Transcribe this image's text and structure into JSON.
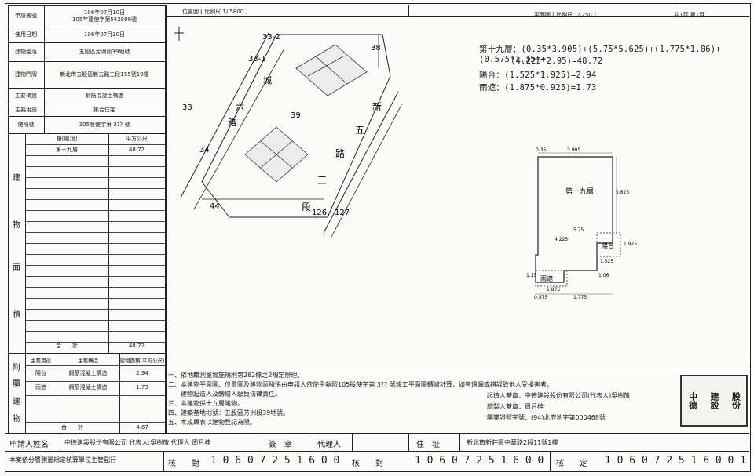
{
  "header": {
    "scale_location": "位置圖 [ 比例尺 1/ 5800 ]",
    "scale_floor": "平面圖 [ 比例尺 1/ 250 ]",
    "page_no": "共1頁 第1頁"
  },
  "info": {
    "rows": [
      {
        "label": "申請書號",
        "value": "106年07月10日\n105年建使字第542806號"
      },
      {
        "label": "使用日期",
        "value": "106年07月30日"
      },
      {
        "label": "建物坐落",
        "value": "五股區芳洲段39地號"
      },
      {
        "label": "建物門牌",
        "value": "新北市五股區新五路三段155號19樓"
      },
      {
        "label": "主要構造",
        "value": "鋼筋混凝土構造"
      },
      {
        "label": "主要用途",
        "value": "集合住宅"
      },
      {
        "label": "使照號",
        "value": "105股使字第 3?? 號"
      }
    ],
    "main_header": {
      "layer": "樓(層)別",
      "area": "平方公尺"
    },
    "main_rows": [
      {
        "layer": "第十九層",
        "area": "48.72"
      }
    ],
    "building_chars": [
      "建",
      "物",
      "面",
      "積"
    ],
    "total_label": "合　　計",
    "total_value": "48.72",
    "annex_chars": [
      "附",
      "屬",
      "建",
      "物"
    ],
    "annex_header": {
      "use": "主要用途",
      "structure": "主要構造",
      "area": "建物面積(平方公尺)"
    },
    "annex_rows": [
      {
        "use": "陽台",
        "structure": "鋼筋混凝土構造",
        "area": "2.94"
      },
      {
        "use": "雨遮",
        "structure": "鋼筋混凝土構造",
        "area": "1.73"
      }
    ],
    "annex_total_label": "合　　計",
    "annex_total_value": "4.67"
  },
  "location_map": {
    "lots": [
      "33-2",
      "33-1",
      "33",
      "39",
      "34",
      "44",
      "126",
      "127",
      "38"
    ],
    "road1": [
      "六",
      "路",
      "城"
    ],
    "road2": [
      "新",
      "五",
      "路",
      "三",
      "段"
    ]
  },
  "formulas": [
    "第十九層：(0.35*3.905)+(5.75*5.625)+(1.775*1.06)+(0.575*1.15)+",
    "(4.225*2.95)=48.72",
    "陽台：(1.525*1.925)=2.94",
    "雨遮：(1.875*0.925)=1.73"
  ],
  "floor_plan": {
    "floor_label": "第十九層",
    "balcony_label": "陽台",
    "awning_label": "雨遮",
    "dims": [
      "3.905",
      "0.35",
      "5.625",
      "5.75",
      "4.225",
      "1.925",
      "1.525",
      "1.15",
      "1.06",
      "1.875",
      "0.575",
      "1.775"
    ]
  },
  "notes": [
    "一、依地籍測量實施規則第282條之2規定辦理。",
    "二、本建物平面圖、位置圖及建物面積係由申請人依使用執照105股使字第 3?? 號竣工平面圖轉繪計算，如有遺漏或錯誤致他人受損害者，",
    "　　建物起造人及轉繪人願負法律責任。",
    "三、本建物係十九層建物。",
    "四、建築基地地號：五股區芳洲段39地號。",
    "五、本成果表以建物登記為限。"
  ],
  "signatures": {
    "starter": "起造人蓋章：中德建設股份有限公司(代表人)吳樹旅",
    "drawer": "繪製人蓋章：周月桂",
    "license": "開業證照字號：(94)北府地字第000468號"
  },
  "footer": {
    "applicant_label": "申請人姓名",
    "applicant_value": "中德建設股份有限公司 代表人:吳樹旅 代理人 周月桂",
    "seal_label": "簽　章",
    "agent_label": "代理人",
    "address_label": "住　址",
    "address_value": "新北市新莊區中華路2段11號1樓",
    "dept": "本案依分層測量規定核算單位主管副行",
    "check1_label": "核　　對",
    "check1_value": "1 0 6 0 7 2 5 1 6 0 0",
    "check2_label": "核　　對",
    "check2_value": "1 0 6 0 7 2 5 1 6 0 0",
    "check3_label": "核　　定",
    "check3_value": "1 0 6 0 7 2 5 1 6 0 0 1"
  },
  "stamp_text": [
    "中德",
    "建設",
    "股份"
  ]
}
